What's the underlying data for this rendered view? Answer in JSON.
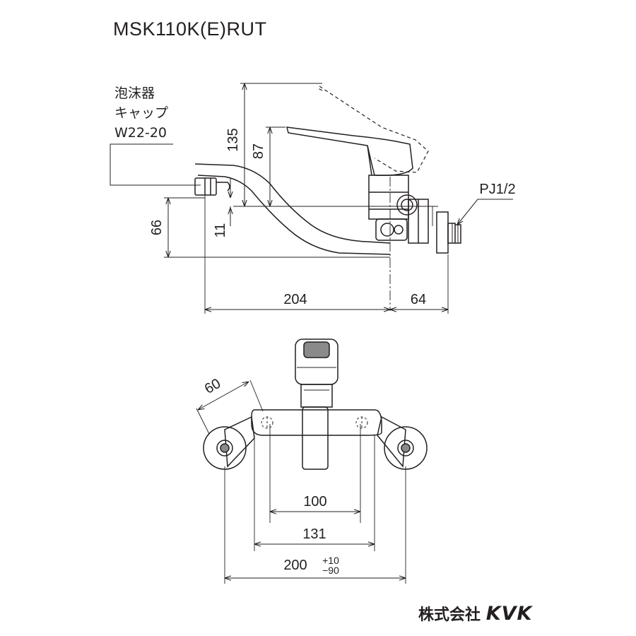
{
  "title": "MSK110K(E)RUT",
  "aerator_label": [
    "泡沫器",
    "キャップ",
    "W22-20"
  ],
  "connection_label": "PJ1/2",
  "side_view_dims": {
    "overall_height": "135",
    "body_height": "87",
    "spout_drop": "11",
    "spout_height": "66",
    "spout_reach": "204",
    "wall_offset": "64"
  },
  "front_view_dims": {
    "angle_offset": "60",
    "inner_spacing": "100",
    "middle_spacing": "131",
    "center_distance": "200",
    "tolerance_plus": "+10",
    "tolerance_minus": "−90"
  },
  "brand": {
    "company": "株式会社",
    "logo": "KVK"
  }
}
